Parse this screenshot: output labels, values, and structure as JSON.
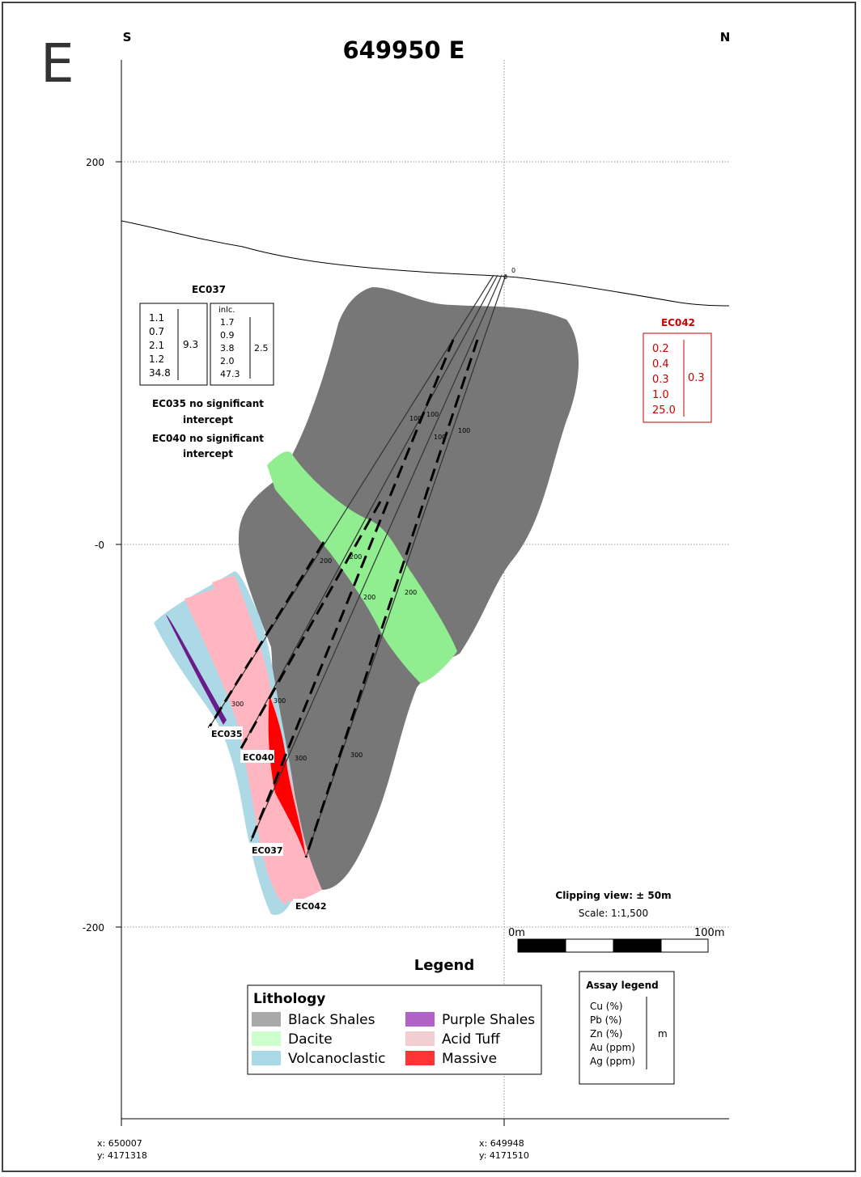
{
  "panel_letter": "E",
  "title": "649950 E",
  "direction_left": "S",
  "direction_right": "N",
  "y_axis": {
    "ticks": [
      "200",
      "-0",
      "-200"
    ]
  },
  "bottom_coords": {
    "left": {
      "x": "x: 650007",
      "y": "y: 4171318"
    },
    "right": {
      "x": "x: 649948",
      "y": "y: 4171510"
    }
  },
  "holes": [
    {
      "id": "EC035",
      "depth_labels": [
        "100",
        "200",
        "300"
      ]
    },
    {
      "id": "EC040",
      "depth_labels": [
        "100",
        "200",
        "300"
      ]
    },
    {
      "id": "EC037",
      "depth_labels": [
        "100",
        "200",
        "300"
      ]
    },
    {
      "id": "EC042",
      "depth_labels": [
        "100",
        "200",
        "300"
      ]
    }
  ],
  "collar_labels": [
    "0",
    "0"
  ],
  "ec037_box": {
    "title": "EC037",
    "values": [
      "1.1",
      "0.7",
      "2.1",
      "1.2",
      "34.8"
    ],
    "length": "9.3",
    "incl_label": "inlc.",
    "incl_values": [
      "1.7",
      "0.9",
      "3.8",
      "2.0",
      "47.3"
    ],
    "incl_length": "2.5"
  },
  "notes": [
    [
      "EC035 no significant",
      "intercept"
    ],
    [
      "EC040 no significant",
      "intercept"
    ]
  ],
  "ec042_box": {
    "title": "EC042",
    "values": [
      "0.2",
      "0.4",
      "0.3",
      "1.0",
      "25.0"
    ],
    "length": "0.3"
  },
  "clipping_view": "Clipping view: ± 50m",
  "scale_text": "Scale: 1:1,500",
  "scale_bar": {
    "left": "0m",
    "right": "100m"
  },
  "legend_title": "Legend",
  "lithology": {
    "title": "Lithology",
    "items": [
      {
        "name": "Black Shales",
        "color": "#a9a9a9"
      },
      {
        "name": "Dacite",
        "color": "#ccffcc"
      },
      {
        "name": "Volcanoclastic",
        "color": "#a9d8e6"
      },
      {
        "name": "Purple Shales",
        "color": "#b162c8"
      },
      {
        "name": "Acid Tuff",
        "color": "#f2cdd2"
      },
      {
        "name": "Massive",
        "color": "#ff3535"
      }
    ]
  },
  "assay_legend": {
    "title": "Assay legend",
    "items": [
      "Cu (%)",
      "Pb (%)",
      "Zn (%)",
      "Au (ppm)",
      "Ag (ppm)"
    ],
    "unit": "m"
  },
  "colors": {
    "black_shales_fill": "#777777",
    "dacite_fill": "#90ee90",
    "volcanoclastic_fill": "#add8e6",
    "purple_shales_fill": "#6a1b8a",
    "acid_tuff_fill": "#ffb6c1",
    "massive_fill": "#ff0000",
    "ec042_text": "#cc0000"
  }
}
